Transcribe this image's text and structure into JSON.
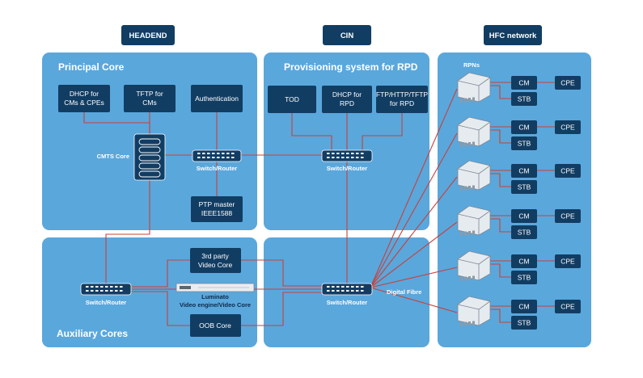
{
  "headers": {
    "headend": "HEADEND",
    "cin": "CIN",
    "hfc": "HFC network"
  },
  "panels": {
    "principal_core": "Principal Core",
    "provisioning": "Provisioning system for RPD",
    "auxiliary": "Auxiliary Cores",
    "rpns": "RPNs"
  },
  "principal": {
    "dhcp_line1": "DHCP for",
    "dhcp_line2": "CMs & CPEs",
    "tftp_line1": "TFTP for",
    "tftp_line2": "CMs",
    "auth": "Authentication",
    "cmts": "CMTS Core",
    "switch": "Switch/Router",
    "ptp_line1": "PTP master",
    "ptp_line2": "IEEE1588"
  },
  "provisioning": {
    "tod": "TOD",
    "dhcp_line1": "DHCP for",
    "dhcp_line2": "RPD",
    "ftp_line1": "FTP/HTTP/TFTP",
    "ftp_line2": "for RPD",
    "switch": "Switch/Router"
  },
  "auxiliary": {
    "switch": "Switch/Router",
    "video3p_line1": "3rd party",
    "video3p_line2": "Video Core",
    "luminato_line1": "Luminato",
    "luminato_line2": "Video engine/Video Core",
    "oob": "OOB Core"
  },
  "cin_lower": {
    "switch": "Switch/Router",
    "fibre": "Digital Fibre"
  },
  "hfc_rows": [
    {
      "cm": "CM",
      "cpe": "CPE",
      "stb": "STB"
    },
    {
      "cm": "CM",
      "cpe": "CPE",
      "stb": "STB"
    },
    {
      "cm": "CM",
      "cpe": "CPE",
      "stb": "STB"
    },
    {
      "cm": "CM",
      "cpe": "CPE",
      "stb": "STB"
    },
    {
      "cm": "CM",
      "cpe": "CPE",
      "stb": "STB"
    },
    {
      "cm": "CM",
      "cpe": "CPE",
      "stb": "STB"
    }
  ],
  "colors": {
    "panel": "#5aa7dc",
    "node": "#123d63",
    "wire": "#c8403a",
    "header": "#123d63"
  }
}
